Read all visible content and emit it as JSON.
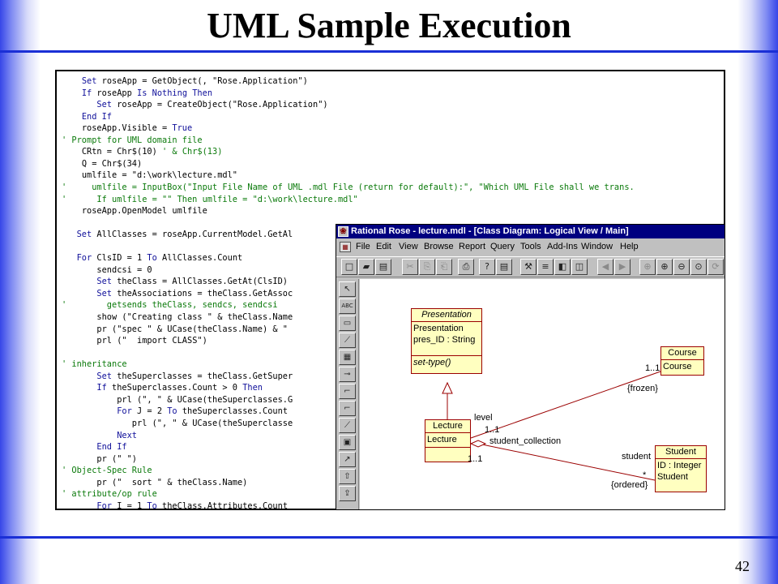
{
  "slide": {
    "title": "UML Sample Execution",
    "page_number": "42"
  },
  "code": {
    "lines": [
      {
        "indent": "    ",
        "parts": [
          {
            "t": "kw",
            "v": "Set "
          },
          {
            "t": "n",
            "v": "roseApp = GetObject(, \"Rose.Application\")"
          }
        ]
      },
      {
        "indent": "    ",
        "parts": [
          {
            "t": "kw",
            "v": "If "
          },
          {
            "t": "n",
            "v": "roseApp "
          },
          {
            "t": "kw",
            "v": "Is Nothing Then"
          }
        ]
      },
      {
        "indent": "       ",
        "parts": [
          {
            "t": "kw",
            "v": "Set "
          },
          {
            "t": "n",
            "v": "roseApp = CreateObject(\"Rose.Application\")"
          }
        ]
      },
      {
        "indent": "    ",
        "parts": [
          {
            "t": "kw",
            "v": "End If"
          }
        ]
      },
      {
        "indent": "    ",
        "parts": [
          {
            "t": "n",
            "v": "roseApp.Visible = "
          },
          {
            "t": "kw",
            "v": "True"
          }
        ]
      },
      {
        "indent": "",
        "parts": [
          {
            "t": "cm",
            "v": "' Prompt for UML domain file"
          }
        ]
      },
      {
        "indent": "    ",
        "parts": [
          {
            "t": "n",
            "v": "CRtn = Chr$(10) "
          },
          {
            "t": "cm",
            "v": "' & Chr$(13)"
          }
        ]
      },
      {
        "indent": "    ",
        "parts": [
          {
            "t": "n",
            "v": "Q = Chr$(34)"
          }
        ]
      },
      {
        "indent": "    ",
        "parts": [
          {
            "t": "n",
            "v": "umlfile = \"d:\\work\\lecture.mdl\""
          }
        ]
      },
      {
        "indent": "",
        "parts": [
          {
            "t": "cm",
            "v": "'     umlfile = InputBox(\"Input File Name of UML .mdl File (return for default):\", \"Which UML File shall we trans."
          }
        ]
      },
      {
        "indent": "",
        "parts": [
          {
            "t": "cm",
            "v": "'      If umlfile = \"\" Then umlfile = \"d:\\work\\lecture.mdl\""
          }
        ]
      },
      {
        "indent": "    ",
        "parts": [
          {
            "t": "n",
            "v": "roseApp.OpenModel umlfile"
          }
        ]
      },
      {
        "indent": "",
        "parts": []
      },
      {
        "indent": "   ",
        "parts": [
          {
            "t": "kw",
            "v": "Set "
          },
          {
            "t": "n",
            "v": "AllClasses = roseApp.CurrentModel.GetAl"
          }
        ]
      },
      {
        "indent": "",
        "parts": []
      },
      {
        "indent": "   ",
        "parts": [
          {
            "t": "kw",
            "v": "For "
          },
          {
            "t": "n",
            "v": "ClsID = 1 "
          },
          {
            "t": "kw",
            "v": "To "
          },
          {
            "t": "n",
            "v": "AllClasses.Count"
          }
        ]
      },
      {
        "indent": "       ",
        "parts": [
          {
            "t": "n",
            "v": "sendcsi = 0"
          }
        ]
      },
      {
        "indent": "       ",
        "parts": [
          {
            "t": "kw",
            "v": "Set "
          },
          {
            "t": "n",
            "v": "theClass = AllClasses.GetAt(ClsID)"
          }
        ]
      },
      {
        "indent": "       ",
        "parts": [
          {
            "t": "kw",
            "v": "Set "
          },
          {
            "t": "n",
            "v": "theAssociations = theClass.GetAssoc"
          }
        ]
      },
      {
        "indent": "",
        "parts": [
          {
            "t": "cm",
            "v": "'        getsends theClass, sendcs, sendcsi"
          }
        ]
      },
      {
        "indent": "       ",
        "parts": [
          {
            "t": "n",
            "v": "show (\"Creating class \" & theClass.Name"
          }
        ]
      },
      {
        "indent": "       ",
        "parts": [
          {
            "t": "n",
            "v": "pr (\"spec \" & UCase(theClass.Name) & \""
          }
        ]
      },
      {
        "indent": "       ",
        "parts": [
          {
            "t": "n",
            "v": "prl (\"  import CLASS\")"
          }
        ]
      },
      {
        "indent": "",
        "parts": []
      },
      {
        "indent": "",
        "parts": [
          {
            "t": "cm",
            "v": "' inheritance"
          }
        ]
      },
      {
        "indent": "       ",
        "parts": [
          {
            "t": "kw",
            "v": "Set "
          },
          {
            "t": "n",
            "v": "theSuperclasses = theClass.GetSuper"
          }
        ]
      },
      {
        "indent": "       ",
        "parts": [
          {
            "t": "kw",
            "v": "If "
          },
          {
            "t": "n",
            "v": "theSuperclasses.Count > 0 "
          },
          {
            "t": "kw",
            "v": "Then"
          }
        ]
      },
      {
        "indent": "           ",
        "parts": [
          {
            "t": "n",
            "v": "prl (\", \" & UCase(theSuperclasses.G"
          }
        ]
      },
      {
        "indent": "           ",
        "parts": [
          {
            "t": "kw",
            "v": "For "
          },
          {
            "t": "n",
            "v": "J = 2 "
          },
          {
            "t": "kw",
            "v": "To "
          },
          {
            "t": "n",
            "v": "theSuperclasses.Count"
          }
        ]
      },
      {
        "indent": "              ",
        "parts": [
          {
            "t": "n",
            "v": "prl (\", \" & UCase(theSuperclasse"
          }
        ]
      },
      {
        "indent": "           ",
        "parts": [
          {
            "t": "kw",
            "v": "Next"
          }
        ]
      },
      {
        "indent": "       ",
        "parts": [
          {
            "t": "kw",
            "v": "End If"
          }
        ]
      },
      {
        "indent": "       ",
        "parts": [
          {
            "t": "n",
            "v": "pr (\" \")"
          }
        ]
      },
      {
        "indent": "",
        "parts": [
          {
            "t": "cm",
            "v": "' Object-Spec Rule"
          }
        ]
      },
      {
        "indent": "       ",
        "parts": [
          {
            "t": "n",
            "v": "pr (\"  sort \" & theClass.Name)"
          }
        ]
      },
      {
        "indent": "",
        "parts": [
          {
            "t": "cm",
            "v": "' attribute/op rule"
          }
        ]
      },
      {
        "indent": "       ",
        "parts": [
          {
            "t": "kw",
            "v": "For "
          },
          {
            "t": "n",
            "v": "I = 1 "
          },
          {
            "t": "kw",
            "v": "To "
          },
          {
            "t": "n",
            "v": "theClass.Attributes.Count"
          }
        ]
      }
    ]
  },
  "rose_window": {
    "title": "Rational Rose - lecture.mdl - [Class Diagram: Logical View / Main]",
    "menu": [
      "File",
      "Edit",
      "View",
      "Browse",
      "Report",
      "Query",
      "Tools",
      "Add-Ins",
      "Window",
      "Help"
    ],
    "toolbar_icons": [
      "new-icon",
      "open-icon",
      "save-icon",
      "cut-icon",
      "copy-icon",
      "paste-icon",
      "print-icon",
      "context-help-icon",
      "documentation-icon",
      "browse-class-icon",
      "browse-interaction-icon",
      "browse-component-icon",
      "browse-deployment-icon",
      "previous-diagram-icon",
      "next-diagram-icon",
      "fit-in-window-icon",
      "zoom-in-icon",
      "zoom-out-icon",
      "undo-fit-icon",
      "refresh-icon"
    ],
    "palette_icons": [
      "selection-arrow-icon",
      "text-box-icon",
      "note-icon",
      "anchor-note-icon",
      "class-icon",
      "interface-icon",
      "association-icon",
      "aggregation-icon",
      "link-attribute-icon",
      "package-icon",
      "dependency-icon",
      "generalization-icon",
      "realize-icon"
    ],
    "diagram": {
      "classes": [
        {
          "id": "presentation",
          "name": "Presentation",
          "italic": true,
          "attributes": [
            "Presentation",
            "pres_ID : String"
          ],
          "operations": [
            "set-type()"
          ]
        },
        {
          "id": "course",
          "name": "Course",
          "italic": false,
          "attributes": [
            "Course"
          ],
          "operations": []
        },
        {
          "id": "lecture",
          "name": "Lecture",
          "italic": false,
          "attributes": [
            "Lecture"
          ],
          "operations": []
        },
        {
          "id": "student",
          "name": "Student",
          "italic": false,
          "attributes": [
            "ID : Integer",
            "Student"
          ],
          "operations": []
        }
      ],
      "labels": {
        "course_mult": "1..1",
        "course_constraint": "{frozen}",
        "level_role": "level",
        "lecture_mult_top": "1..1",
        "student_collection": "student_collection",
        "lecture_mult_bottom": "1..1",
        "student_role": "student",
        "student_mult": "*",
        "student_constraint": "{ordered}"
      }
    }
  },
  "colors": {
    "slide_title": "#000000",
    "rule": "#1a2fd6",
    "code_keyword": "#10109a",
    "code_comment": "#0b7a0b",
    "title_bar": "#000080",
    "class_fill": "#ffffc0",
    "class_border": "#9b0000"
  }
}
